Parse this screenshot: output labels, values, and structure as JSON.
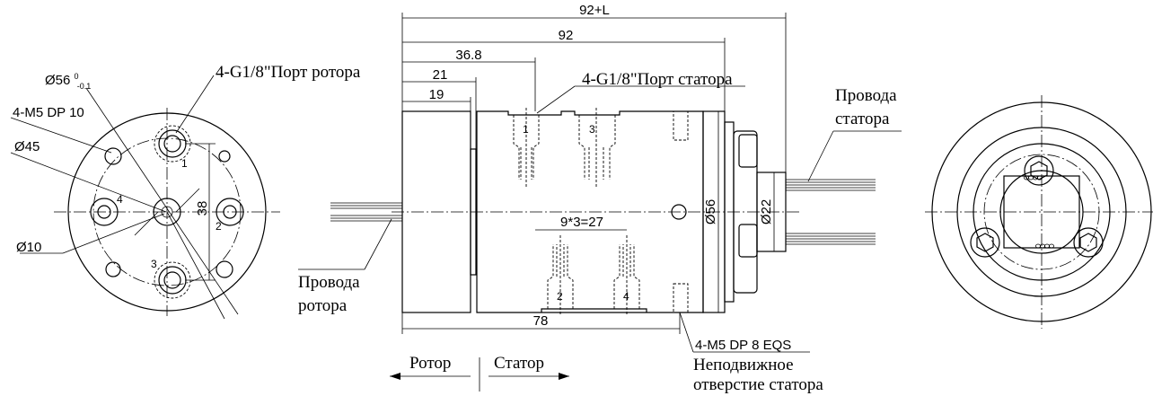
{
  "left_view": {
    "labels": {
      "d56": "Ø56",
      "d56_sup": "0",
      "d56_sub": "-0.1",
      "m5": "4-M5 DP 10",
      "d45": "Ø45",
      "d10": "Ø10",
      "dim38": "38",
      "rotor_port": "4-G1/8\"Порт ротора"
    },
    "port_numbers": [
      "1",
      "2",
      "3",
      "4"
    ]
  },
  "side_view": {
    "dims": {
      "total": "92+L",
      "body": "92",
      "d368": "36.8",
      "d21": "21",
      "d19": "19",
      "d78": "78",
      "pitch": "9*3=27",
      "dia56": "Ø56",
      "dia22": "Ø22"
    },
    "stator_port": "4-G1/8\"Порт статора",
    "port_numbers": [
      "1",
      "3",
      "2",
      "4"
    ],
    "stator_hole": {
      "spec": "4-M5 DP 8 EQS",
      "line1": "Неподвижное",
      "line2": "отверстие статора"
    },
    "rotor_wires": {
      "line1": "Провода",
      "line2": "ротора"
    },
    "stator_wires": {
      "line1": "Провода",
      "line2": "статора"
    },
    "legend": {
      "rotor": "Ротор",
      "stator": "Статор"
    }
  },
  "colors": {
    "line": "#000000",
    "background": "#ffffff"
  }
}
